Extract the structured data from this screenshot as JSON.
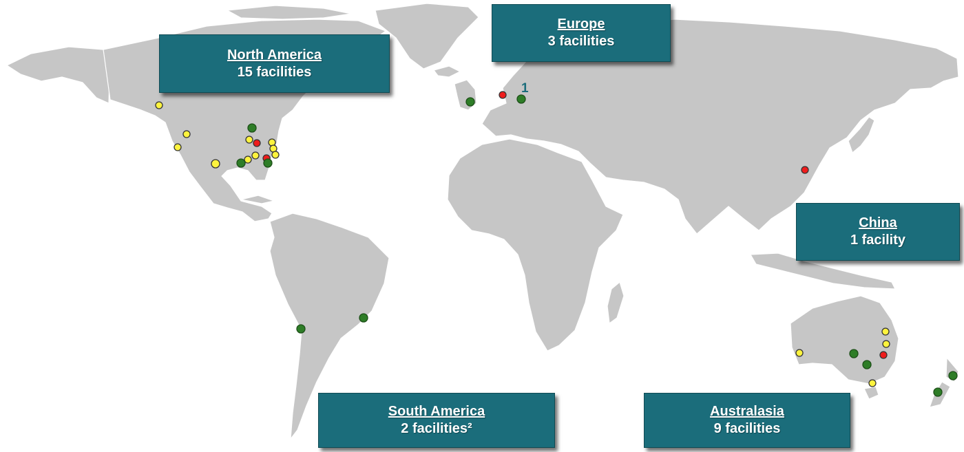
{
  "colors": {
    "land": "#c6c6c6",
    "box_fill": "#1b6d7b",
    "box_text": "#ffffff",
    "dot_green": "#2e7d27",
    "dot_yellow": "#fdf33e",
    "dot_red": "#ee1c1c",
    "label_blue": "#1b6d7b"
  },
  "regions": {
    "north_america": {
      "name": "North America",
      "count": "15 facilities"
    },
    "europe": {
      "name": "Europe",
      "count": "3 facilities"
    },
    "china": {
      "name": "China",
      "count": "1 facility"
    },
    "south_america": {
      "name": "South America",
      "count": "2 facilities²"
    },
    "australasia": {
      "name": "Australasia",
      "count": "9 facilities"
    }
  },
  "europe_marker_label": "1"
}
